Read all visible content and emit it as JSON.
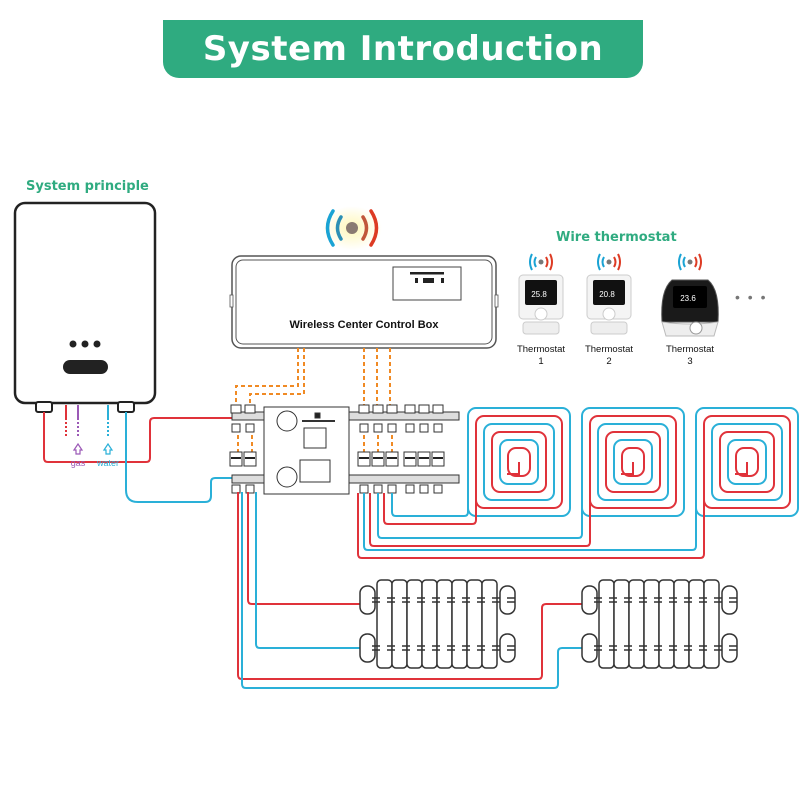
{
  "title": "System Introduction",
  "system_principle_label": "System principle",
  "boiler": {
    "inputs": [
      {
        "label": "gas",
        "color": "#9b59b6"
      },
      {
        "label": "water",
        "color": "#2ab0d8"
      }
    ]
  },
  "control_box": {
    "label": "Wireless Center Control Box"
  },
  "wire_thermostat": {
    "heading": "Wire thermostat",
    "items": [
      {
        "name": "Thermostat",
        "number": "1",
        "display": "25.8"
      },
      {
        "name": "Thermostat",
        "number": "2",
        "display": "20.8"
      },
      {
        "name": "Thermostat",
        "number": "3",
        "display": "23.6"
      }
    ],
    "more": "• • •"
  },
  "colors": {
    "brand_green": "#2fab80",
    "hot_pipe": "#e0323a",
    "cold_pipe": "#2ab0d8",
    "signal_wire": "#f08a24",
    "outline": "#333333"
  }
}
